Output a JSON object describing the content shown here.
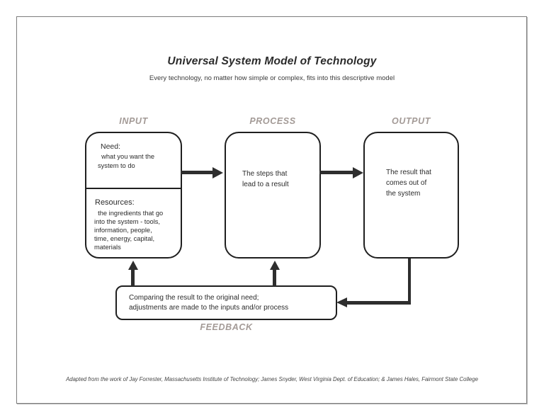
{
  "title": "Universal System Model of Technology",
  "subtitle": "Every technology, no matter how simple or complex, fits into this descriptive model",
  "labels": {
    "input": "INPUT",
    "process": "PROCESS",
    "output": "OUTPUT",
    "feedback": "FEEDBACK"
  },
  "boxes": {
    "input": {
      "need_heading": "Need:",
      "need_body": "  what you want the\nsystem to do",
      "resources_heading": "Resources:",
      "resources_body": "  the ingredients that go\ninto the system - tools,\ninformation, people,\ntime, energy, capital,\nmaterials"
    },
    "process": {
      "text": "The steps that\nlead to a result"
    },
    "output": {
      "text": "The result that\ncomes out of\nthe system"
    },
    "feedback": {
      "text": "Comparing the result to the original need;\nadjustments are made to the inputs and/or process"
    }
  },
  "footer": "Adapted from the work of Jay Forrester, Massachusetts Institute of Technology;  James Snyder, West Virginia Dept. of Education; & James Hales, Fairmont State College",
  "colors": {
    "box_border": "#1f1f1f",
    "arrow": "#2e2e2e",
    "stage_label": "#a39a96",
    "page_border": "#7d7d7d"
  }
}
